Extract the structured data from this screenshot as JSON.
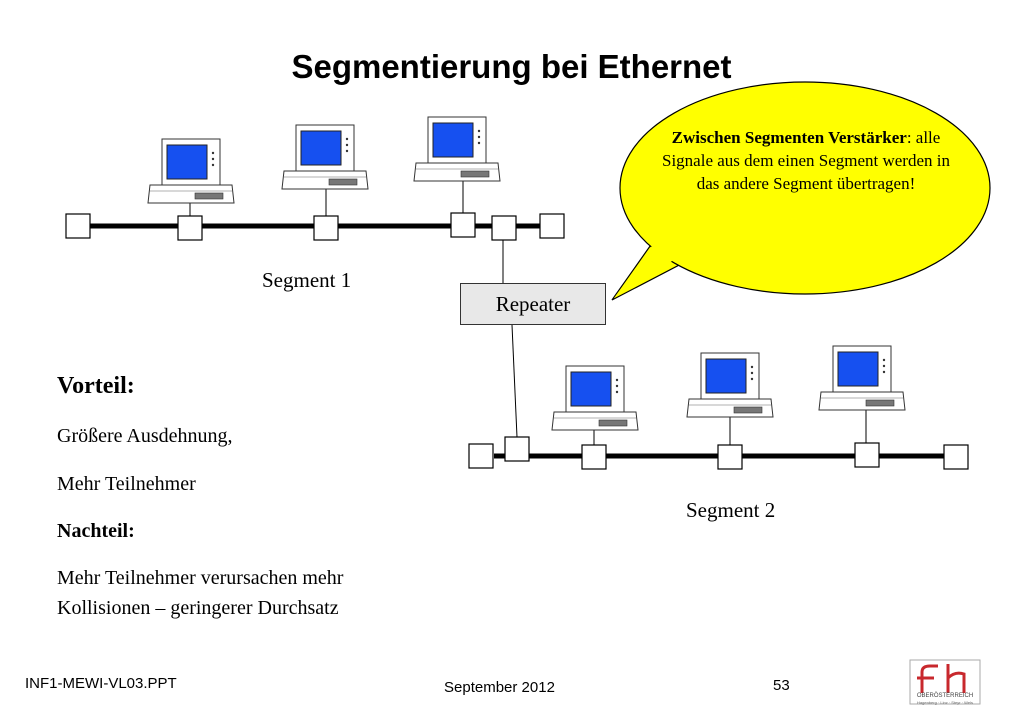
{
  "title": "Segmentierung bei Ethernet",
  "callout": {
    "bold": "Zwischen Segmenten Verstärker",
    "rest": ": alle Signale aus dem einen Segment werden in das andere Segment übertragen!"
  },
  "segment1_label": "Segment 1",
  "segment2_label": "Segment 2",
  "repeater_label": "Repeater",
  "vorteil_heading": "Vorteil:",
  "vorteil_line1": "Größere Ausdehnung,",
  "vorteil_line2": "Mehr Teilnehmer",
  "nachteil_heading": "Nachteil:",
  "nachteil_line1": "Mehr Teilnehmer verursachen mehr",
  "nachteil_line2": "Kollisionen – geringerer Durchsatz",
  "footer": {
    "left": "INF1-MEWI-VL03.PPT",
    "center": "September 2012",
    "page": "53"
  },
  "logo": {
    "letters": "fh",
    "text": "OBERÖSTERREICH",
    "sub": "Hagenberg · Linz · Steyr · Wels"
  },
  "colors": {
    "bubble_fill": "#ffff00",
    "screen": "#1650f0",
    "repeater_fill": "#e8e8e8",
    "logo_red": "#c8282d"
  },
  "icons": [
    "computer-icon",
    "transceiver-icon",
    "terminator-icon"
  ]
}
